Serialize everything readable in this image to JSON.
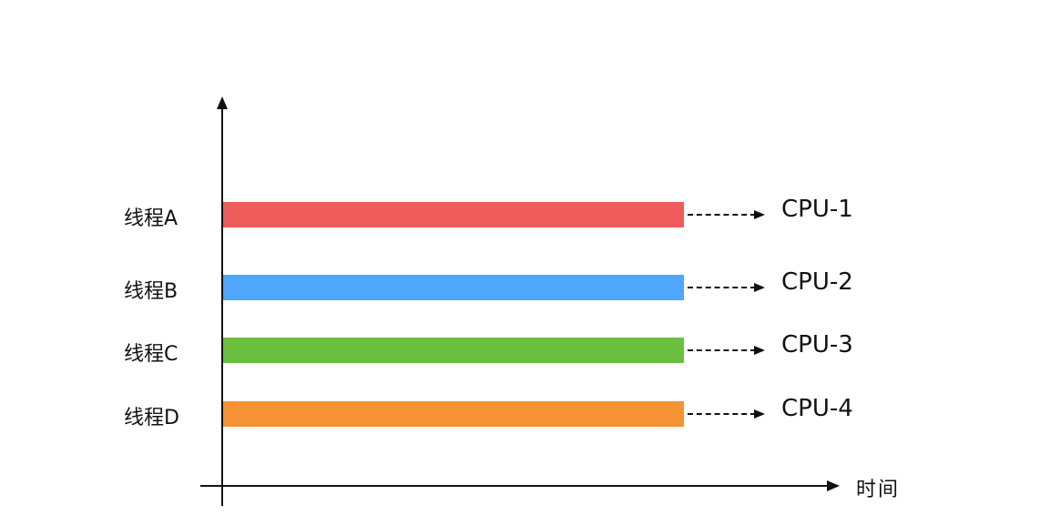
{
  "x_axis": {
    "label": "时间"
  },
  "threads": [
    {
      "label": "线程A",
      "cpu": "CPU-1",
      "color": "#ee5b5b"
    },
    {
      "label": "线程B",
      "cpu": "CPU-2",
      "color": "#4fa6fa"
    },
    {
      "label": "线程C",
      "cpu": "CPU-3",
      "color": "#6bbf3f"
    },
    {
      "label": "线程D",
      "cpu": "CPU-4",
      "color": "#f59234"
    }
  ]
}
